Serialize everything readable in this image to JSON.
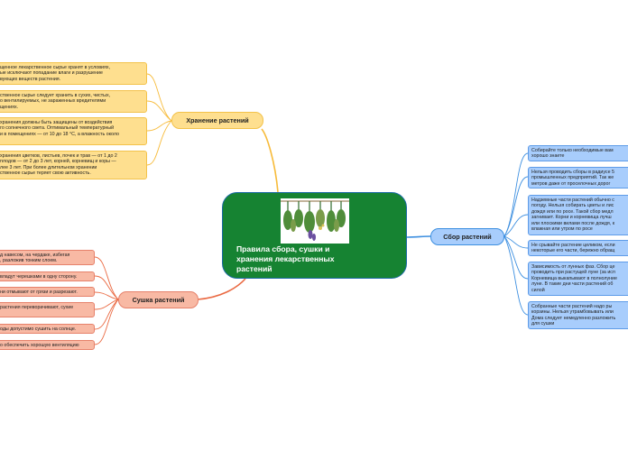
{
  "central": {
    "title": "Правила сбора, сушки и\nхранения лекарственных\nрастений",
    "image_icon": "hanging-herbs-icon"
  },
  "branches": {
    "storage": {
      "label": "Хранение растений",
      "color": "#f7bb3a",
      "items": [
        "щенное лекарственное сырье хранят в условиях,\nые исключают попадание влаги и разрушение\nвующих веществ растения.",
        "ственное сырье следует хранить в сухих, чистых,\nо вентилируемых, не зараженных вредителями\nщениях.",
        "хранения должны быть защищены от воздействия\nго солнечного света. Оптимальный температурный\nи в помещениях — от 10 до 18 °С, а влажность около",
        "хранения цветков, листьев, почек и трав — от 1 до 2\nплодов — от 2 до 3 лет, корней, корневищ и коры —\nлее 3 лет. При более длительном хранении\nственное сырье теряет свою активность."
      ]
    },
    "collection": {
      "label": "Сбор растений",
      "color": "#3d8fe0",
      "items": [
        "Собирайте только необходимые вам\nхорошо знаете",
        "Нельзя проводить сборы в радиусе 5\nпромышленных предприятий. Так же\nметров даже от проселочных дорог",
        "Надземные части растений обычно с\nпогоду. Нельзя собирать цветы и лис\nдождя или по росе. Такой сбор медл\nзагнивает. Корни и корневища лучш\nили плоскими вилами после дождя, к\nвлажная или утром по росе",
        "Не срывайте растение целиком, если\nнекоторые его части, бережно обращ",
        "Зависимость от лунных фаз. Сбор це\nпроводить при растущей луне (за исп\nКорневища выкапывают в полнолуние\nлуне. В такие дни части растений об\nсилой",
        "Собранные части растений надо ры\nкорзины. Нельзя утрамбовывать или\nДома следует немедленно разложить\nдля сушки"
      ]
    },
    "drying": {
      "label": "Сушка растений",
      "color": "#ea6a43",
      "items": [
        "д навесом, на чердаке, избегая\n, разложив тонким слоем.",
        "владут черешками в одну сторону.",
        "ни отмывают от грязи и разрезают.",
        "растения переворачивают, сухие",
        "оды допустимо сушить на солнце.",
        "о обеспечить хорошую вентиляцию"
      ]
    }
  }
}
